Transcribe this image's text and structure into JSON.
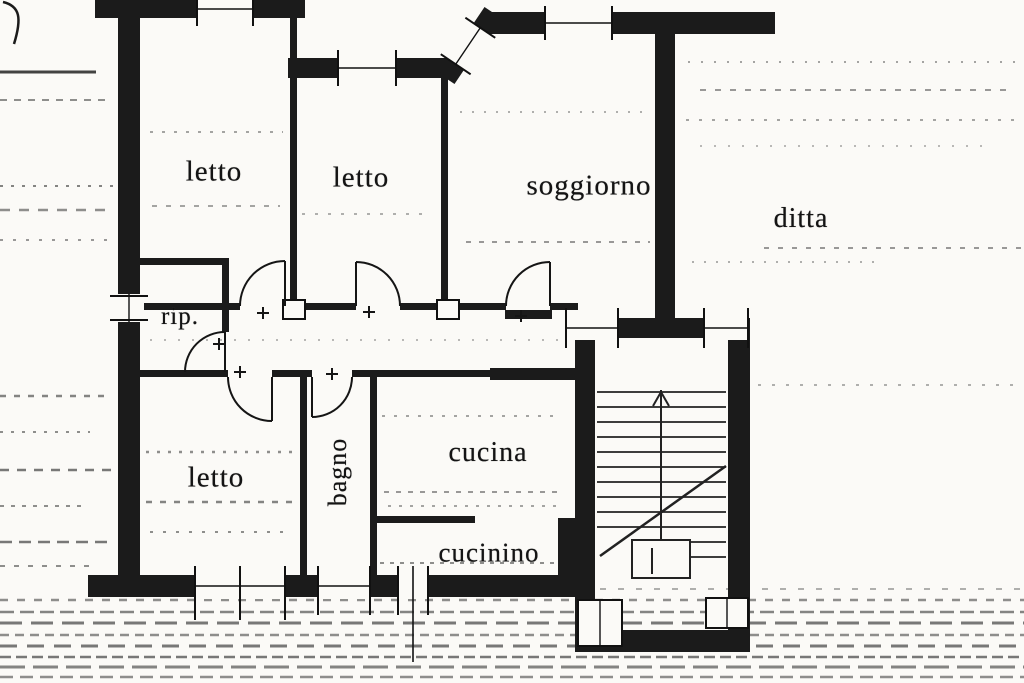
{
  "plan": {
    "type": "apartment-floor-plan-scan",
    "ink_color": "#1b1b1b",
    "paper_color": "#fbfaf7"
  },
  "labels": {
    "letto_top_left": "letto",
    "letto_top_mid": "letto",
    "soggiorno": "soggiorno",
    "ditta": "ditta",
    "rip": "rip.",
    "letto_bottom": "letto",
    "bagno": "bagno",
    "cucina": "cucina",
    "cucinino": "cucinino"
  }
}
